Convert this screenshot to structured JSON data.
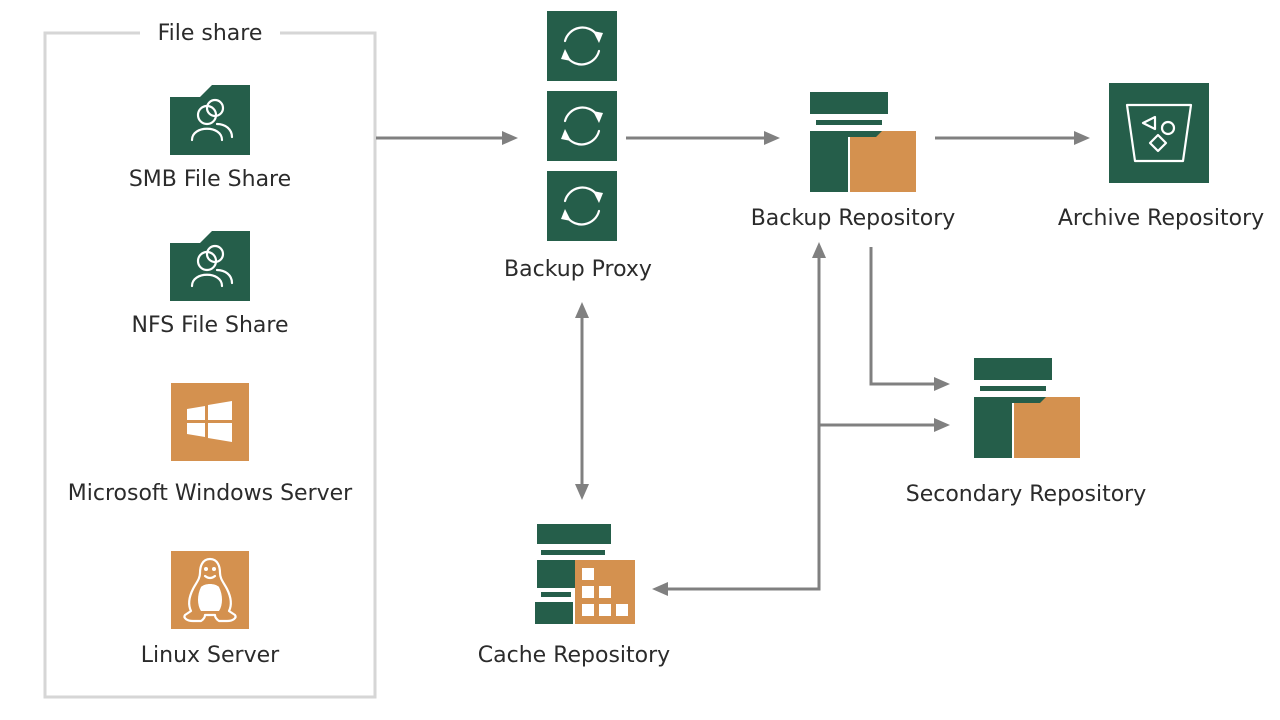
{
  "diagram": {
    "colors": {
      "green": "#255e4a",
      "orange": "#d4914f",
      "connector": "#808080",
      "group_border": "#d6d6d6",
      "text": "#2b2b2b"
    },
    "group": {
      "title": "File share",
      "sources": [
        {
          "id": "smb",
          "label": "SMB File Share",
          "icon": "users-folder-icon",
          "color": "green"
        },
        {
          "id": "nfs",
          "label": "NFS File Share",
          "icon": "users-folder-icon",
          "color": "green"
        },
        {
          "id": "windows",
          "label": "Microsoft Windows Server",
          "icon": "windows-logo-icon",
          "color": "orange"
        },
        {
          "id": "linux",
          "label": "Linux Server",
          "icon": "linux-penguin-icon",
          "color": "orange"
        }
      ]
    },
    "nodes": {
      "proxy": {
        "label": "Backup Proxy",
        "icon": "sync-icon",
        "count": 3
      },
      "backup_repo": {
        "label": "Backup Repository",
        "icon": "repository-folder-icon"
      },
      "archive_repo": {
        "label": "Archive Repository",
        "icon": "archive-bucket-icon"
      },
      "secondary_repo": {
        "label": "Secondary Repository",
        "icon": "repository-folder-icon"
      },
      "cache_repo": {
        "label": "Cache Repository",
        "icon": "cache-repository-icon"
      }
    },
    "edges": [
      {
        "from": "file-share-group",
        "to": "proxy",
        "direction": "forward"
      },
      {
        "from": "proxy",
        "to": "backup_repo",
        "direction": "forward"
      },
      {
        "from": "backup_repo",
        "to": "archive_repo",
        "direction": "forward"
      },
      {
        "from": "backup_repo",
        "to": "secondary_repo",
        "direction": "forward"
      },
      {
        "from": "proxy",
        "to": "cache_repo",
        "direction": "bidirectional"
      },
      {
        "from": "junction",
        "to": "backup_repo",
        "direction": "forward"
      },
      {
        "from": "junction",
        "to": "secondary_repo",
        "direction": "forward"
      },
      {
        "from": "junction",
        "to": "cache_repo",
        "direction": "forward"
      }
    ]
  }
}
